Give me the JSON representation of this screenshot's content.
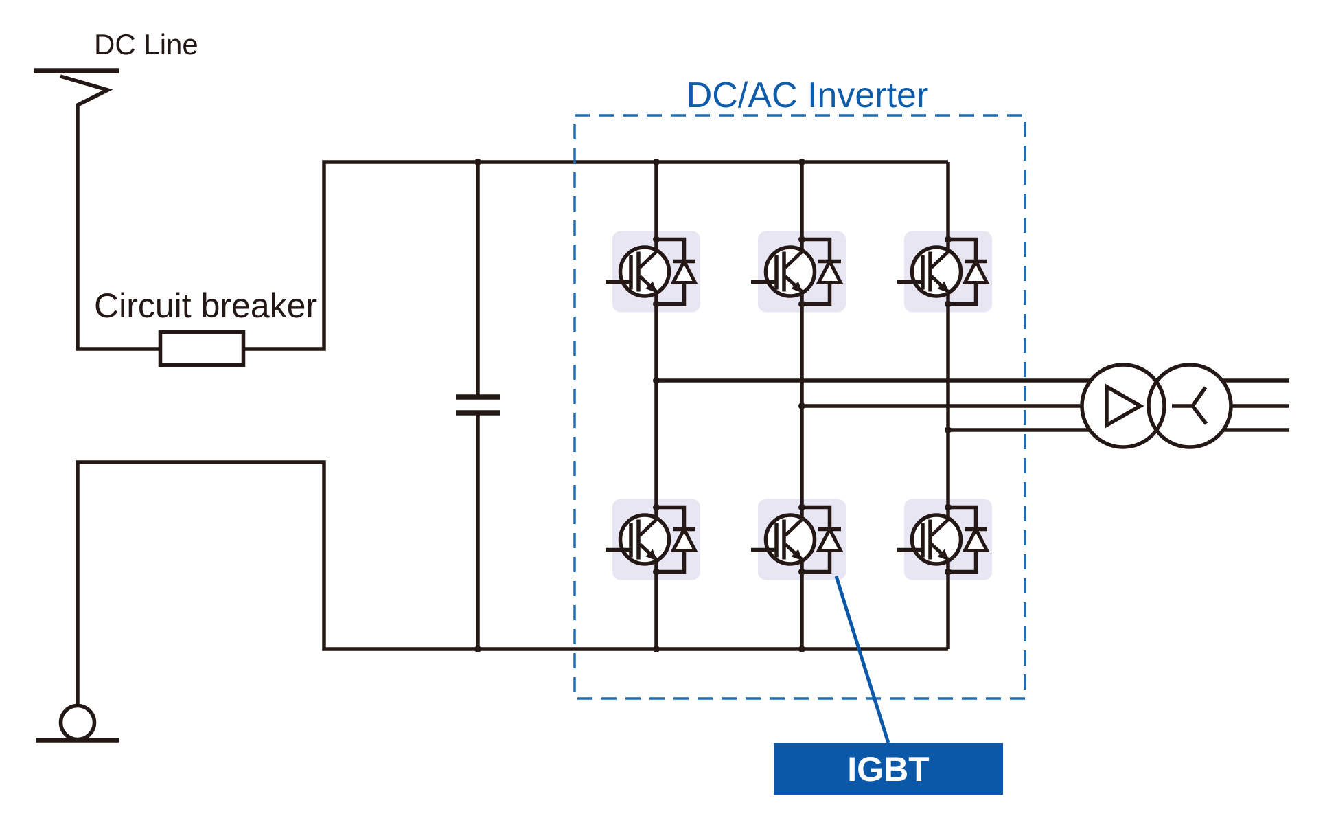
{
  "diagram": {
    "type": "power-electronics-schematic",
    "labels": {
      "dc_line": "DC Line",
      "circuit_breaker": "Circuit breaker",
      "inverter_title": "DC/AC Inverter",
      "igbt_callout": "IGBT"
    },
    "colors": {
      "ink": "#231815",
      "inverter_dash_border": "#1f6cb5",
      "inverter_title_blue": "#0e5caa",
      "igbt_label_box": "#0b57a8",
      "igbt_label_text": "#ffffff",
      "igbt_cell_background": "#e8e6f2",
      "callout_line": "#0b57a8"
    },
    "components": [
      "dc-line-feeder",
      "circuit-breaker",
      "dc-link-capacitor",
      "three-phase-inverter-bridge",
      "igbt-with-antiparallel-diode (x6, 3 legs x 2)",
      "three-phase-output-lines (x3)",
      "delta-wye-transformer",
      "earth-ground-terminal"
    ],
    "igbt_count": 6,
    "inverter_legs": 3
  }
}
